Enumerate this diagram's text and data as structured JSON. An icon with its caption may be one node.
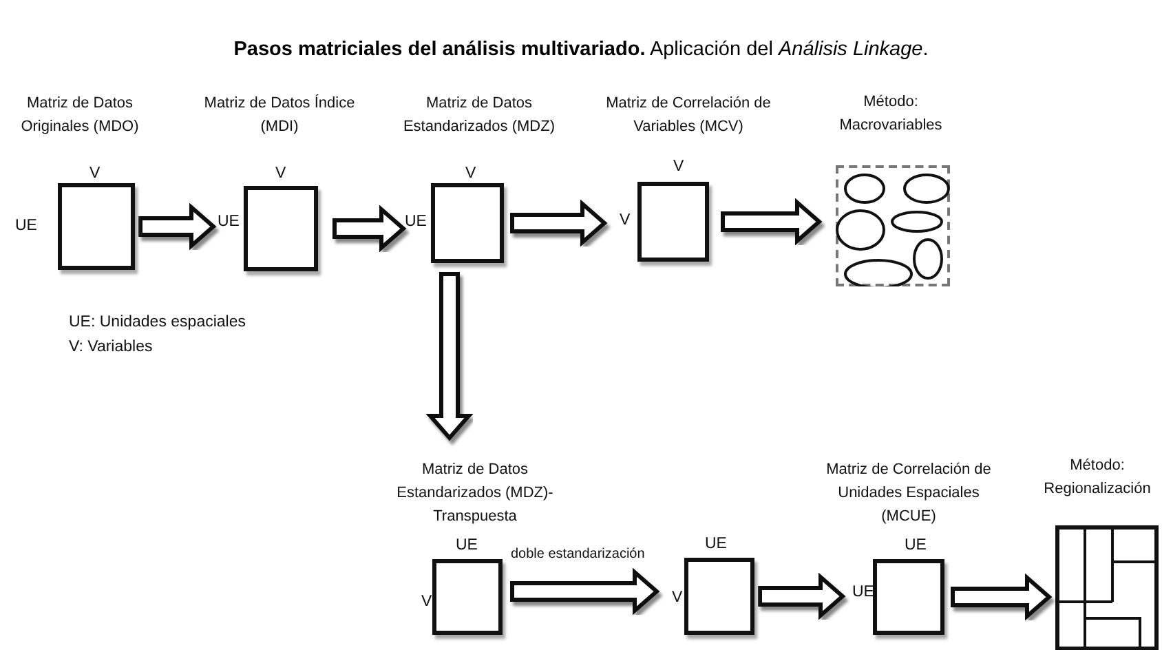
{
  "diagram": {
    "title": "**Pasos matriciales del análisis multivariado.** Aplicación del *Análisis Linkage*.",
    "nodes": [
      {
        "text": [
          "Matriz de Datos Originales (MDO)"
        ],
        "beside": [
          "V",
          "UE"
        ]
      },
      {
        "text": [
          "Matriz de Datos Índice (MDI)"
        ],
        "beside": [
          "V",
          "UE"
        ]
      },
      {
        "text": [
          "Matriz de Datos Estandarizados (MDZ)"
        ],
        "beside": [
          "V",
          "UE"
        ]
      },
      {
        "text": [
          "Matriz de Correlación de Variables (MCV)"
        ],
        "beside": [
          "V",
          "V"
        ]
      },
      {
        "text": [
          "Método: Macrovariables"
        ]
      },
      {
        "text": [
          "Matriz de Datos Estandarizados (MDZ)- Transpuesta"
        ],
        "beside": [
          "UE",
          "V"
        ]
      },
      {
        "text": [],
        "shape": "box",
        "beside": [
          "UE",
          "V"
        ]
      },
      {
        "text": [
          "Matriz de Correlación de Unidades Espaciales (MCUE)"
        ],
        "beside": [
          "UE",
          "UE"
        ]
      },
      {
        "text": [
          "Método: Regionalización"
        ]
      }
    ],
    "edges": [
      {
        "from": 0,
        "to": 1,
        "arrow": "to"
      },
      {
        "from": 1,
        "to": 2,
        "arrow": "to"
      },
      {
        "from": 2,
        "to": 3,
        "arrow": "to"
      },
      {
        "from": 3,
        "to": 4,
        "arrow": "to"
      },
      {
        "from": 2,
        "to": 5,
        "arrow": "to"
      },
      {
        "from": 5,
        "to": 6,
        "arrow": "to",
        "label": "doble estandarización"
      },
      {
        "from": 6,
        "to": 7,
        "arrow": "to"
      },
      {
        "from": 7,
        "to": 8,
        "arrow": "to"
      }
    ],
    "labels": [
      "UE: Unidades espaciales",
      "V: Variables"
    ]
  }
}
